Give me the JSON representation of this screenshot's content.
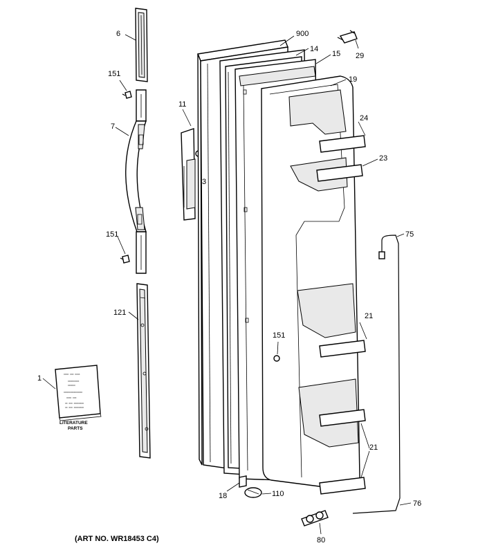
{
  "labels": {
    "p6": "6",
    "p151a": "151",
    "p7": "7",
    "p151b": "151",
    "p121": "121",
    "p1": "1",
    "p11": "11",
    "p3": "3",
    "p900": "900",
    "p14": "14",
    "p15": "15",
    "p29": "29",
    "p19": "19",
    "p24": "24",
    "p23": "23",
    "p75": "75",
    "p21a": "21",
    "p151c": "151",
    "p21b": "21",
    "p18": "18",
    "p110": "110",
    "p76": "76",
    "p80": "80"
  },
  "literature": {
    "line1": "LITERATURE",
    "line2": "PARTS"
  },
  "art_no": "(ART NO. WR18453 C4)"
}
